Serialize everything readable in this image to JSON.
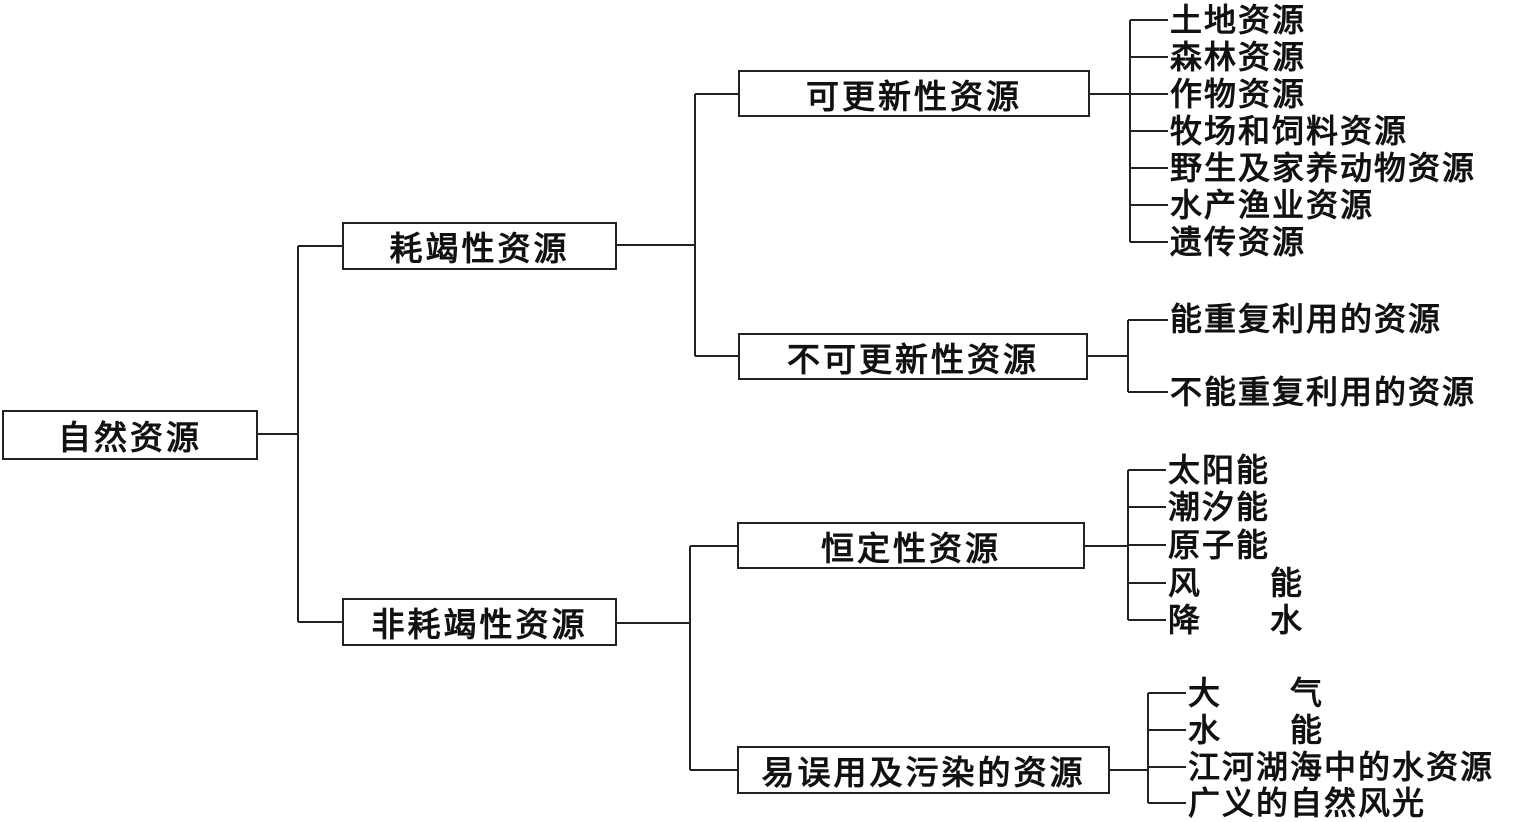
{
  "root": {
    "label": "自然资源"
  },
  "level1": [
    {
      "label": "耗竭性资源"
    },
    {
      "label": "非耗竭性资源"
    }
  ],
  "level2": [
    {
      "label": "可更新性资源",
      "items": [
        "土地资源",
        "森林资源",
        "作物资源",
        "牧场和饲料资源",
        "野生及家养动物资源",
        "水产渔业资源",
        "遗传资源"
      ]
    },
    {
      "label": "不可更新性资源",
      "items": [
        "能重复利用的资源",
        "不能重复利用的资源"
      ]
    },
    {
      "label": "恒定性资源",
      "items": [
        "太阳能",
        "潮汐能",
        "原子能",
        "风　　能",
        "降　　水"
      ]
    },
    {
      "label": "易误用及污染的资源",
      "items": [
        "大　　气",
        "水　　能",
        "江河湖海中的水资源",
        "广义的自然风光"
      ]
    }
  ]
}
